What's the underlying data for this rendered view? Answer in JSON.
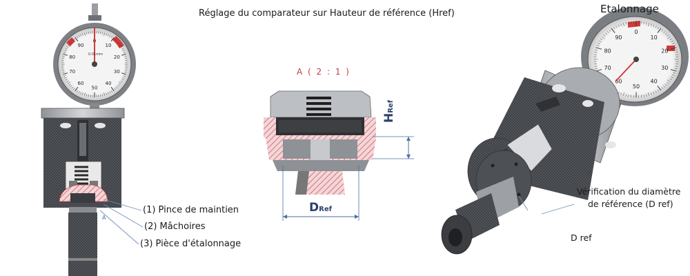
{
  "title": "Réglage du comparateur sur Hauteur de référence (Href)",
  "etalonnage": "Etalonnage",
  "labels": {
    "pince": "(1) Pince de maintien",
    "machoires": "(2) Mâchoires",
    "piece": "(3) Pièce d'étalonnage"
  },
  "detail_view": "A ( 2 : 1 )",
  "section_marker": "A",
  "dimensions": {
    "d_main": "D",
    "d_sub": "Ref",
    "h_main": "H",
    "h_sub": "Ref"
  },
  "verification": {
    "line1": "Vérification du diamètre",
    "line2": "de référence (D ref)",
    "dref": "D ref"
  },
  "gauge_left": {
    "scale_labels": [
      "0",
      "10",
      "20",
      "30",
      "40",
      "50",
      "60",
      "70",
      "80",
      "90"
    ],
    "unit": "0.01mm"
  },
  "gauge_right": {
    "scale_labels": [
      "0",
      "10",
      "20",
      "30",
      "40",
      "50",
      "60",
      "70",
      "80",
      "90"
    ]
  },
  "colors": {
    "knurl": "#4a4d52",
    "metal": "#b8bbc0",
    "red_section": "#c64a55",
    "dimension": "#4a6fa5",
    "gauge_red": "#d23a3a"
  }
}
